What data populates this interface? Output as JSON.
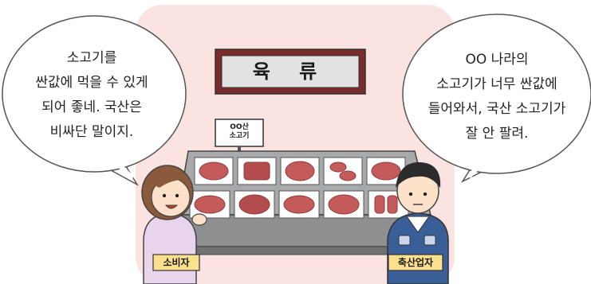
{
  "consumer_bubble": {
    "lines": [
      "소고기를",
      "싼값에 먹을 수 있게",
      "되어 좋네. 국산은",
      "비싸단 말이지."
    ]
  },
  "farmer_bubble": {
    "lines": [
      "OO 나라의",
      "소고기가 너무 싼값에",
      "들어와서, 국산 소고기가",
      "잘 안 팔려."
    ]
  },
  "store_sign": {
    "text": "육 류"
  },
  "price_tag": {
    "lines": [
      "OO산",
      "소고기"
    ]
  },
  "labels": {
    "consumer": "소비자",
    "farmer": "축산업자"
  },
  "colors": {
    "background_tint": "#fbe3e1",
    "sign_fill": "#e2e2e2",
    "label_fill": "#fbe08e",
    "meat": "#c45a5a",
    "meat_dark": "#8e3a3a",
    "display_case": "#8d8f91",
    "consumer_shirt": "#e8d4ec",
    "farmer_shirt": "#3a5f98"
  },
  "icons": [
    "meat-tray",
    "speech-bubble",
    "price-tag"
  ]
}
